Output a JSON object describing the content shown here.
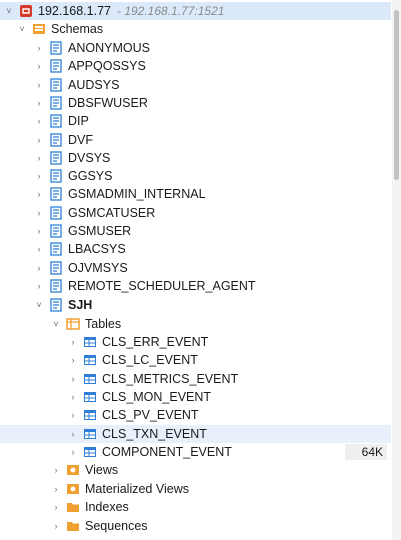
{
  "connection": {
    "label": "192.168.1.77",
    "subtitle": "- 192.168.1.77:1521",
    "icon": "db-connection-icon"
  },
  "schemas_label": "Schemas",
  "schemas": [
    "ANONYMOUS",
    "APPQOSSYS",
    "AUDSYS",
    "DBSFWUSER",
    "DIP",
    "DVF",
    "DVSYS",
    "GGSYS",
    "GSMADMIN_INTERNAL",
    "GSMCATUSER",
    "GSMUSER",
    "LBACSYS",
    "OJVMSYS",
    "REMOTE_SCHEDULER_AGENT"
  ],
  "open_schema": "SJH",
  "tables_label": "Tables",
  "tables": [
    {
      "name": "CLS_ERR_EVENT"
    },
    {
      "name": "CLS_LC_EVENT"
    },
    {
      "name": "CLS_METRICS_EVENT"
    },
    {
      "name": "CLS_MON_EVENT"
    },
    {
      "name": "CLS_PV_EVENT"
    },
    {
      "name": "CLS_TXN_EVENT"
    },
    {
      "name": "COMPONENT_EVENT",
      "size": "64K"
    }
  ],
  "views_label": "Views",
  "mviews_label": "Materialized Views",
  "indexes_label": "Indexes",
  "sequences_label": "Sequences",
  "colors": {
    "selection": "#dbe9fb",
    "hover": "#e7f0fb",
    "folder": "#f0a030",
    "table": "#2f7fd8",
    "connection": "#d83a2a"
  }
}
